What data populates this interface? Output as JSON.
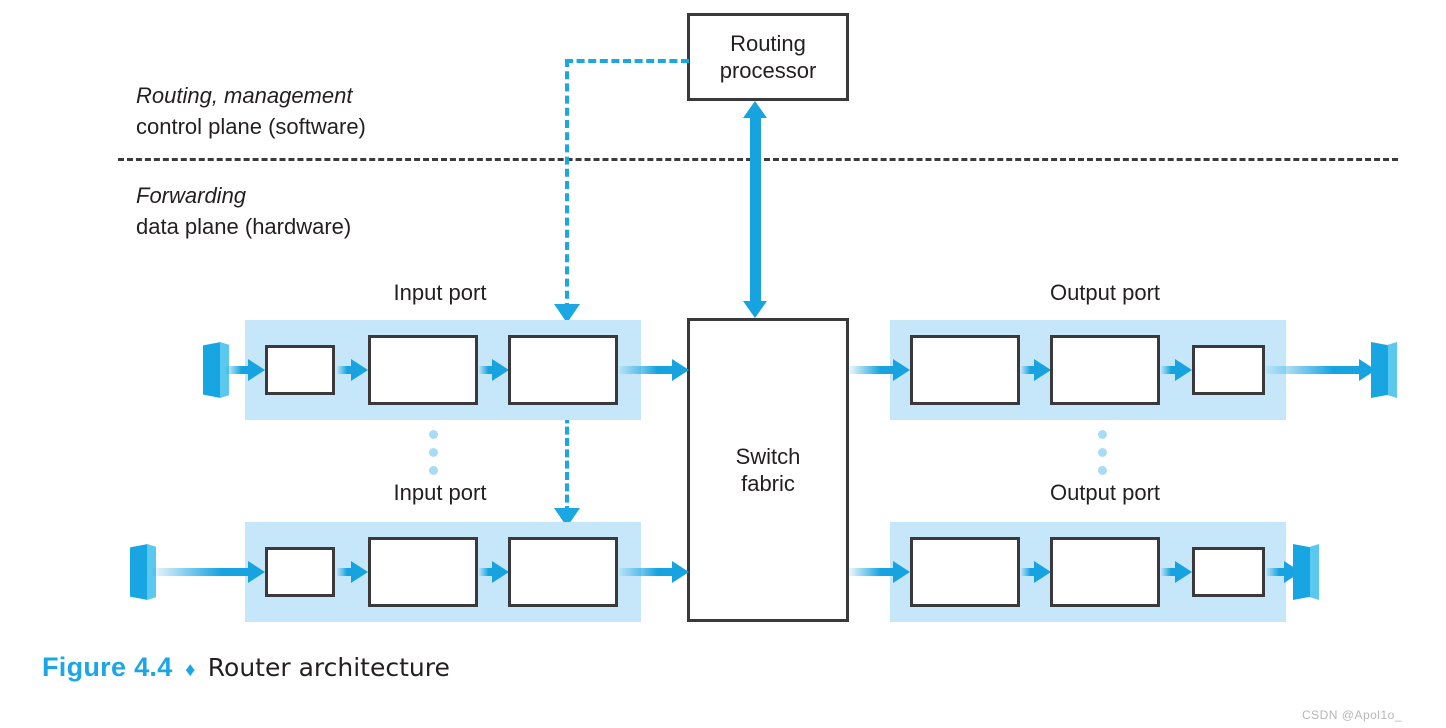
{
  "figure": {
    "number_label": "Figure 4.4",
    "separator_glyph": "♦",
    "caption": "Router architecture"
  },
  "watermark": "CSDN @Apol1o_",
  "planes": {
    "control": {
      "emphasis": "Routing, management",
      "plain": "control plane (software)"
    },
    "data": {
      "emphasis": "Forwarding",
      "plain": "data plane (hardware)"
    }
  },
  "components": {
    "routing_processor": {
      "label_line1": "Routing",
      "label_line2": "processor"
    },
    "switch_fabric": {
      "label_line1": "Switch",
      "label_line2": "fabric"
    }
  },
  "ports": {
    "input_top_title": "Input port",
    "input_bottom_title": "Input port",
    "output_top_title": "Output port",
    "output_bottom_title": "Output port",
    "input_stage_count": 3,
    "output_stage_count": 3
  },
  "colors": {
    "accent_blue": "#17a3e0",
    "band_blue": "#c5e7f9",
    "dots_blue": "#a8dcf5",
    "box_border": "#3a3a3c",
    "text_dark": "#231f20",
    "caption_blue": "#1ba7e5",
    "watermark_gray": "#b7b7b7"
  }
}
